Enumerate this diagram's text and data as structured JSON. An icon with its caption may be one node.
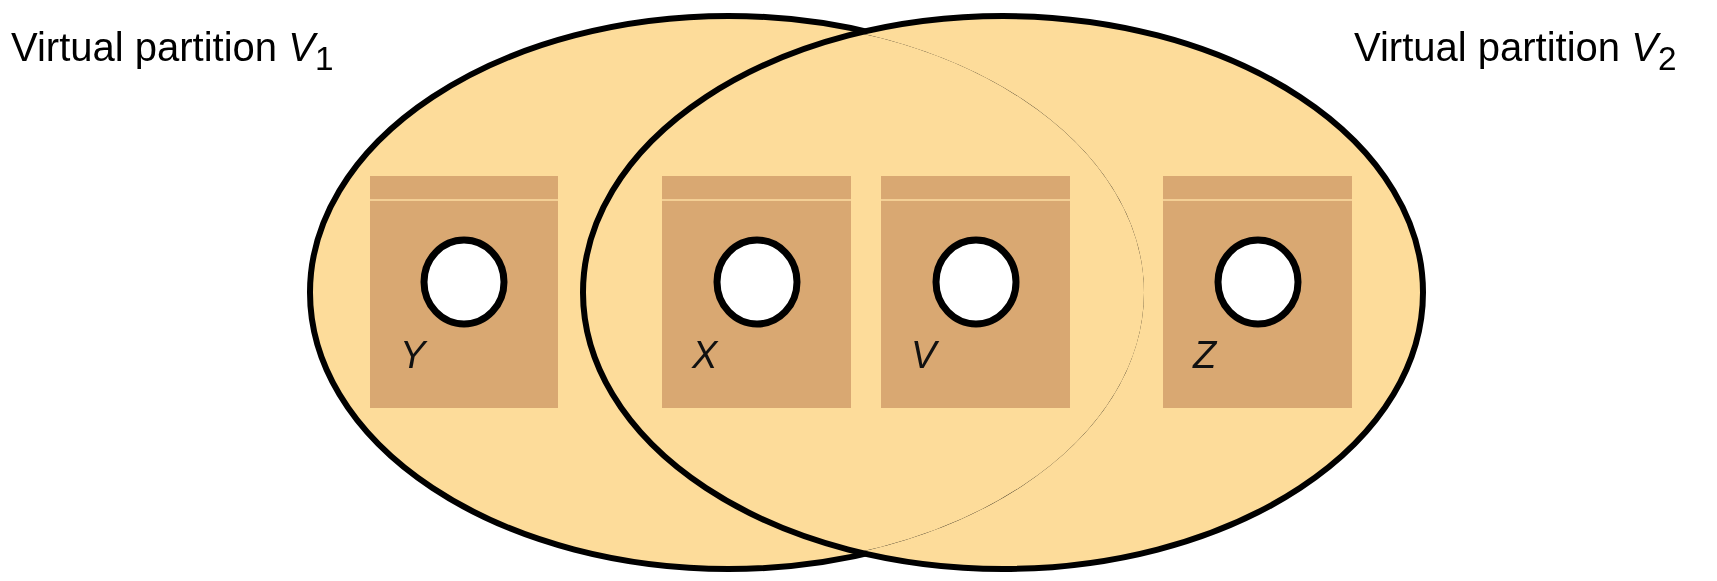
{
  "diagram": {
    "nodes": [
      {
        "text": [
          "Virtual partition *V*$_{1}$"
        ]
      },
      {
        "text": [
          "Virtual partition *V*$_{2}$"
        ]
      },
      {
        "text": [
          "Y"
        ],
        "in": 0
      },
      {
        "text": [],
        "shape": "circle",
        "in": 2
      },
      {
        "text": [
          "X"
        ]
      },
      {
        "text": [],
        "shape": "circle",
        "in": 4
      },
      {
        "text": [
          "V"
        ]
      },
      {
        "text": [],
        "shape": "circle",
        "in": 6
      },
      {
        "text": [
          "Z"
        ],
        "in": 1
      },
      {
        "text": [],
        "shape": "circle",
        "in": 8
      }
    ],
    "edges": []
  }
}
